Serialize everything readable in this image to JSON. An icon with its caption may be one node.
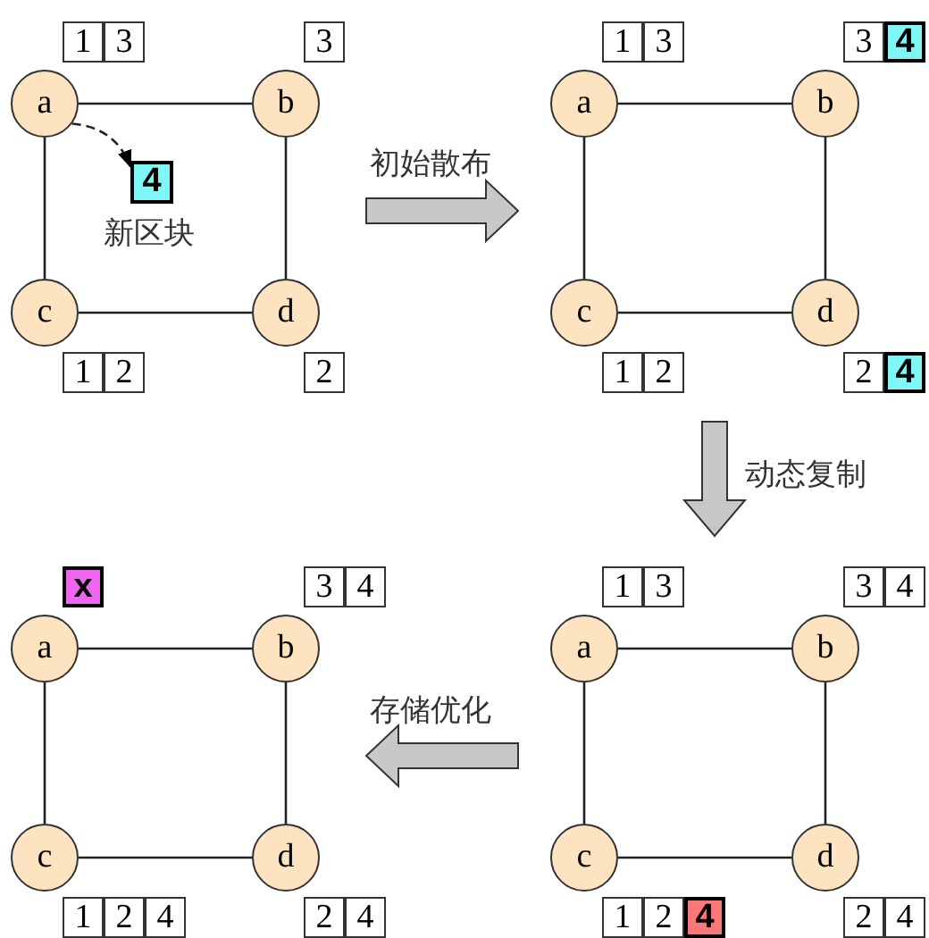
{
  "diagram": {
    "nodes": [
      {
        "text": [
          "a"
        ],
        "beside": [
          "1",
          "3"
        ]
      },
      {
        "text": [
          "b"
        ],
        "beside": [
          "3"
        ]
      },
      {
        "text": [
          "c"
        ],
        "beside": [
          "1",
          "2"
        ]
      },
      {
        "text": [
          "d"
        ],
        "beside": [
          "2"
        ]
      },
      {
        "text": [
          "4"
        ],
        "beside": [
          "新区块"
        ]
      },
      {
        "text": [
          "a"
        ],
        "beside": [
          "1",
          "3"
        ]
      },
      {
        "text": [
          "b"
        ],
        "beside": [
          "3",
          "4"
        ]
      },
      {
        "text": [
          "c"
        ],
        "beside": [
          "1",
          "2"
        ]
      },
      {
        "text": [
          "d"
        ],
        "beside": [
          "2",
          "4"
        ]
      },
      {
        "text": [
          "a"
        ],
        "beside": [
          "x"
        ]
      },
      {
        "text": [
          "b"
        ],
        "beside": [
          "3",
          "4"
        ]
      },
      {
        "text": [
          "c"
        ],
        "beside": [
          "1",
          "2",
          "4"
        ]
      },
      {
        "text": [
          "d"
        ],
        "beside": [
          "2",
          "4"
        ]
      },
      {
        "text": [
          "a"
        ],
        "beside": [
          "1",
          "3"
        ]
      },
      {
        "text": [
          "b"
        ],
        "beside": [
          "3",
          "4"
        ]
      },
      {
        "text": [
          "c"
        ],
        "beside": [
          "1",
          "2",
          "4"
        ]
      },
      {
        "text": [
          "d"
        ],
        "beside": [
          "2",
          "4"
        ]
      }
    ],
    "edges": [
      {
        "from": 0,
        "to": 1,
        "arrow": "none"
      },
      {
        "from": 0,
        "to": 2,
        "arrow": "none"
      },
      {
        "from": 1,
        "to": 3,
        "arrow": "none"
      },
      {
        "from": 2,
        "to": 3,
        "arrow": "none"
      },
      {
        "from": 0,
        "to": 4,
        "arrow": "to",
        "style": "dashed"
      },
      {
        "from": 5,
        "to": 6,
        "arrow": "none"
      },
      {
        "from": 5,
        "to": 7,
        "arrow": "none"
      },
      {
        "from": 6,
        "to": 8,
        "arrow": "none"
      },
      {
        "from": 7,
        "to": 8,
        "arrow": "none"
      },
      {
        "from": 9,
        "to": 10,
        "arrow": "none"
      },
      {
        "from": 9,
        "to": 11,
        "arrow": "none"
      },
      {
        "from": 10,
        "to": 12,
        "arrow": "none"
      },
      {
        "from": 11,
        "to": 12,
        "arrow": "none"
      },
      {
        "from": 13,
        "to": 14,
        "arrow": "none"
      },
      {
        "from": 13,
        "to": 15,
        "arrow": "none"
      },
      {
        "from": 14,
        "to": 16,
        "arrow": "none"
      },
      {
        "from": 15,
        "to": 16,
        "arrow": "none"
      }
    ],
    "labels": [
      "初始散布",
      "动态复制",
      "存储优化"
    ]
  }
}
